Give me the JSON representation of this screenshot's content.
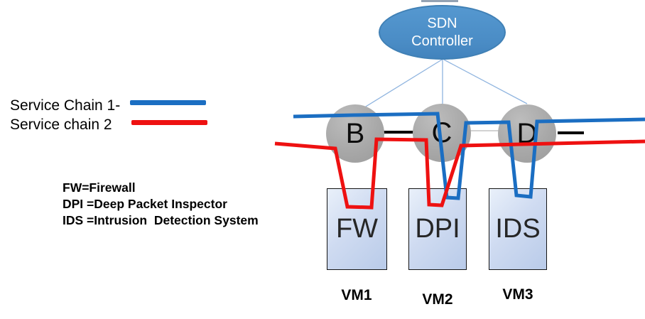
{
  "colors": {
    "chain1_blue": "#1b6ec2",
    "chain2_red": "#ee1111",
    "controller_fill": "#4a8cc5",
    "node_gray": "#a8a8a8",
    "thin_link_blue": "#8fb4df",
    "link_black": "#000000"
  },
  "controller": {
    "line1": "SDN",
    "line2": "Controller"
  },
  "nodes": [
    {
      "label": "B"
    },
    {
      "label": "C"
    },
    {
      "label": "D"
    }
  ],
  "vms": [
    {
      "function": "FW",
      "name": "VM1"
    },
    {
      "function": "DPI",
      "name": "VM2"
    },
    {
      "function": "IDS",
      "name": "VM3"
    }
  ],
  "legend": {
    "chain1": "Service Chain 1-",
    "chain2": "Service chain 2"
  },
  "abbreviations": {
    "fw": "FW=Firewall",
    "dpi": "DPI =Deep Packet Inspector",
    "ids": "IDS =Intrusion  Detection System"
  }
}
